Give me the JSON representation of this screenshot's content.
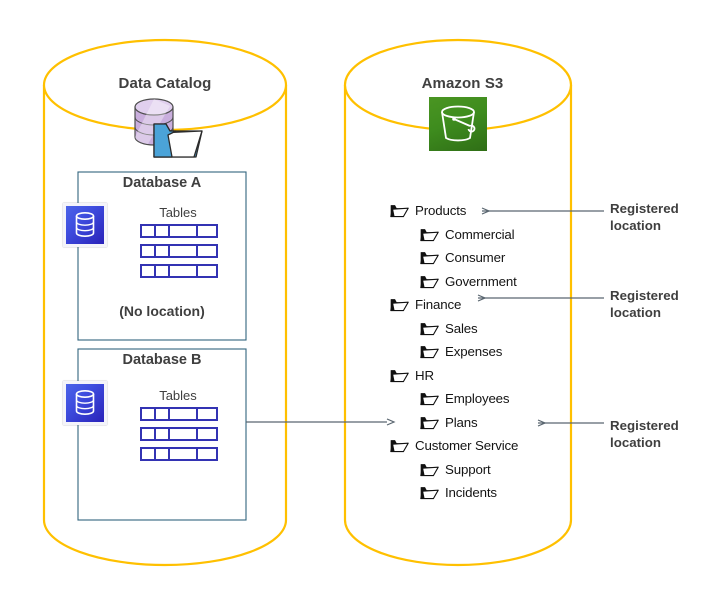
{
  "diagram": {
    "title_hidden": "AWS Glue Data Catalog and Amazon S3 registered locations"
  },
  "catalog_cylinder": {
    "title": "Data Catalog",
    "icon": "data-catalog-icon",
    "databases": [
      {
        "name": "Database A",
        "icon": "database-icon",
        "tables_label": "Tables",
        "table_rows": 3,
        "location_note": "(No location)"
      },
      {
        "name": "Database B",
        "icon": "database-icon",
        "tables_label": "Tables",
        "table_rows": 3,
        "location_note": ""
      }
    ]
  },
  "s3_cylinder": {
    "title": "Amazon S3",
    "icon": "s3-bucket-icon",
    "folders": [
      {
        "label": "Products",
        "level": 0,
        "registered": true
      },
      {
        "label": "Commercial",
        "level": 1,
        "registered": false
      },
      {
        "label": "Consumer",
        "level": 1,
        "registered": false
      },
      {
        "label": "Government",
        "level": 1,
        "registered": false
      },
      {
        "label": "Finance",
        "level": 0,
        "registered": true
      },
      {
        "label": "Sales",
        "level": 1,
        "registered": false
      },
      {
        "label": "Expenses",
        "level": 1,
        "registered": false
      },
      {
        "label": "HR",
        "level": 0,
        "registered": false
      },
      {
        "label": "Employees",
        "level": 1,
        "registered": false
      },
      {
        "label": "Plans",
        "level": 1,
        "registered": false
      },
      {
        "label": "Customer Service",
        "level": 0,
        "registered": true
      },
      {
        "label": "Support",
        "level": 1,
        "registered": false
      },
      {
        "label": "Incidents",
        "level": 1,
        "registered": false
      }
    ]
  },
  "annotations": [
    {
      "line1": "Registered",
      "line2": "location",
      "target": "Products"
    },
    {
      "line1": "Registered",
      "line2": "location",
      "target": "Finance"
    },
    {
      "line1": "Registered",
      "line2": "location",
      "target": "Customer Service"
    }
  ],
  "colors": {
    "cylinder_outline": "#FFC000",
    "db_box_outline": "#31657F",
    "table_stripe": "#3333B3",
    "db_icon_blue": "#3F4FE0",
    "s3_green": "#3E8C1E",
    "catalog_cyl_purple": "#C9AEDD",
    "catalog_folder_blue": "#4BA3D8",
    "folder_black": "#111111",
    "text_dark": "#404040",
    "arrow_gray": "#5A6670"
  }
}
